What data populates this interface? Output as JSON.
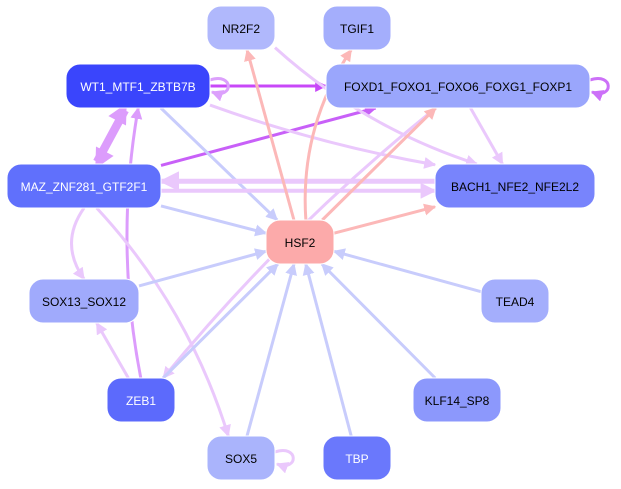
{
  "diagram": {
    "type": "gene-regulatory-network",
    "nodes": [
      {
        "id": "NR2F2",
        "label": "NR2F2",
        "fill": "#b0b8fc",
        "text_color": "#000000"
      },
      {
        "id": "TGIF1",
        "label": "TGIF1",
        "fill": "#a4aefc",
        "text_color": "#000000"
      },
      {
        "id": "WT1",
        "label": "WT1_MTF1_ZBTB7B",
        "fill": "#3a45fc",
        "text_color": "#ffffff"
      },
      {
        "id": "FOXD1",
        "label": "FOXD1_FOXO1_FOXO6_FOXG1_FOXP1",
        "fill": "#9aa6fc",
        "text_color": "#000000"
      },
      {
        "id": "MAZ",
        "label": "MAZ_ZNF281_GTF2F1",
        "fill": "#6070fc",
        "text_color": "#ffffff"
      },
      {
        "id": "BACH1",
        "label": "BACH1_NFE2_NFE2L2",
        "fill": "#7884fc",
        "text_color": "#000000"
      },
      {
        "id": "HSF2",
        "label": "HSF2",
        "fill": "#fcaaaa",
        "text_color": "#000000"
      },
      {
        "id": "SOX13",
        "label": "SOX13_SOX12",
        "fill": "#a0aafc",
        "text_color": "#000000"
      },
      {
        "id": "TEAD4",
        "label": "TEAD4",
        "fill": "#a4aefc",
        "text_color": "#000000"
      },
      {
        "id": "ZEB1",
        "label": "ZEB1",
        "fill": "#5c6afc",
        "text_color": "#ffffff"
      },
      {
        "id": "KLF14",
        "label": "KLF14_SP8",
        "fill": "#8c98fc",
        "text_color": "#000000"
      },
      {
        "id": "SOX5",
        "label": "SOX5",
        "fill": "#aab4fc",
        "text_color": "#000000"
      },
      {
        "id": "TBP",
        "label": "TBP",
        "fill": "#6a78fc",
        "text_color": "#ffffff"
      }
    ],
    "edges": [
      {
        "from": "WT1",
        "to": "FOXD1",
        "color": "#c848f8"
      },
      {
        "from": "WT1",
        "to": "WT1",
        "color": "#dca0fc"
      },
      {
        "from": "FOXD1",
        "to": "FOXD1",
        "color": "#cc70f8"
      },
      {
        "from": "MAZ",
        "to": "FOXD1",
        "color": "#c860f8"
      },
      {
        "from": "MAZ",
        "to": "WT1",
        "color": "#dc9cfc"
      },
      {
        "from": "WT1",
        "to": "MAZ",
        "color": "#dc9cfc"
      },
      {
        "from": "ZEB1",
        "to": "WT1",
        "color": "#dc9cfc"
      },
      {
        "from": "WT1",
        "to": "BACH1",
        "color": "#eac8fc"
      },
      {
        "from": "WT1",
        "to": "HSF2",
        "color": "#c8ccfc"
      },
      {
        "from": "NR2F2",
        "to": "BACH1",
        "color": "#eac8fc"
      },
      {
        "from": "FOXD1",
        "to": "BACH1",
        "color": "#eac8fc"
      },
      {
        "from": "FOXD1",
        "to": "ZEB1",
        "color": "#eac8fc"
      },
      {
        "from": "BACH1",
        "to": "MAZ",
        "color": "#eac8fc"
      },
      {
        "from": "MAZ",
        "to": "BACH1",
        "color": "#eac8fc"
      },
      {
        "from": "HSF2",
        "to": "NR2F2",
        "color": "#fcb8b8"
      },
      {
        "from": "HSF2",
        "to": "TGIF1",
        "color": "#fcb8b8"
      },
      {
        "from": "HSF2",
        "to": "FOXD1",
        "color": "#fcb8b8"
      },
      {
        "from": "HSF2",
        "to": "BACH1",
        "color": "#fcb8b8"
      },
      {
        "from": "MAZ",
        "to": "HSF2",
        "color": "#c8ccfc"
      },
      {
        "from": "MAZ",
        "to": "SOX5",
        "color": "#eac8fc"
      },
      {
        "from": "MAZ",
        "to": "SOX13",
        "color": "#eac8fc"
      },
      {
        "from": "SOX13",
        "to": "HSF2",
        "color": "#c8ccfc"
      },
      {
        "from": "ZEB1",
        "to": "SOX13",
        "color": "#eac8fc"
      },
      {
        "from": "ZEB1",
        "to": "HSF2",
        "color": "#c8ccfc"
      },
      {
        "from": "SOX5",
        "to": "HSF2",
        "color": "#c8ccfc"
      },
      {
        "from": "SOX5",
        "to": "SOX5",
        "color": "#eac8fc"
      },
      {
        "from": "TBP",
        "to": "HSF2",
        "color": "#c8ccfc"
      },
      {
        "from": "KLF14",
        "to": "HSF2",
        "color": "#c8ccfc"
      },
      {
        "from": "TEAD4",
        "to": "HSF2",
        "color": "#c8ccfc"
      }
    ]
  }
}
